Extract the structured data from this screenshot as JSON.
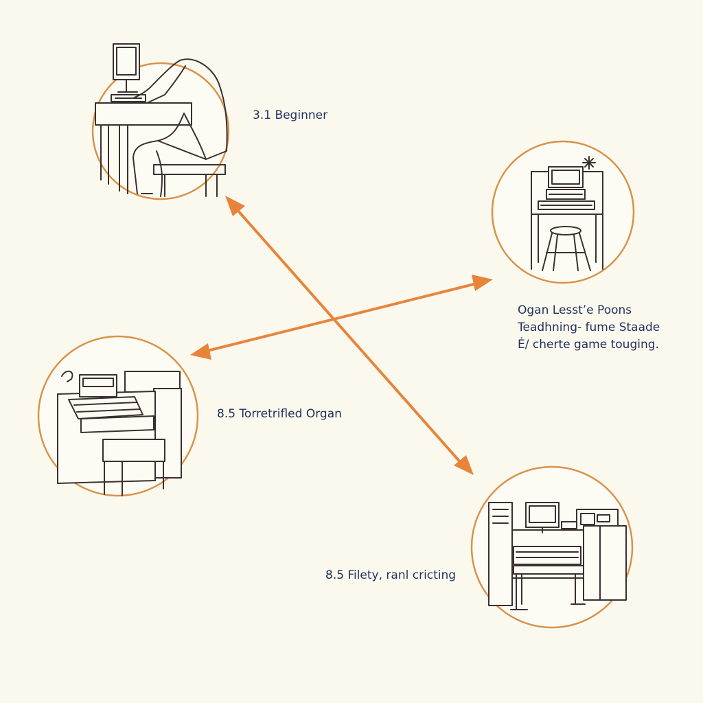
{
  "colors": {
    "background": "#fbf9ee",
    "circle_stroke": "#d9924a",
    "arrow": "#e8843a",
    "line_art": "#3a3030",
    "text": "#1f2f5c"
  },
  "nodes": [
    {
      "id": "beginner",
      "label": "3.1 Beginner",
      "icon": "person-at-computer-desk-icon"
    },
    {
      "id": "lesson",
      "label_lines": [
        "Ogan Lesst’e Poons",
        "Teadhning- fume Staade",
        "Ė/ cherte game touging."
      ],
      "icon": "organ-with-stool-icon"
    },
    {
      "id": "organ",
      "label": "8.5 Torretrifled Organ",
      "icon": "console-organ-icon"
    },
    {
      "id": "filety",
      "label": "8.5 Filety, ranl cricting",
      "icon": "organ-workstation-icon"
    }
  ],
  "connections": [
    {
      "from": "beginner",
      "to": "filety",
      "bidirectional": true
    },
    {
      "from": "organ",
      "to": "lesson",
      "bidirectional": true
    }
  ]
}
